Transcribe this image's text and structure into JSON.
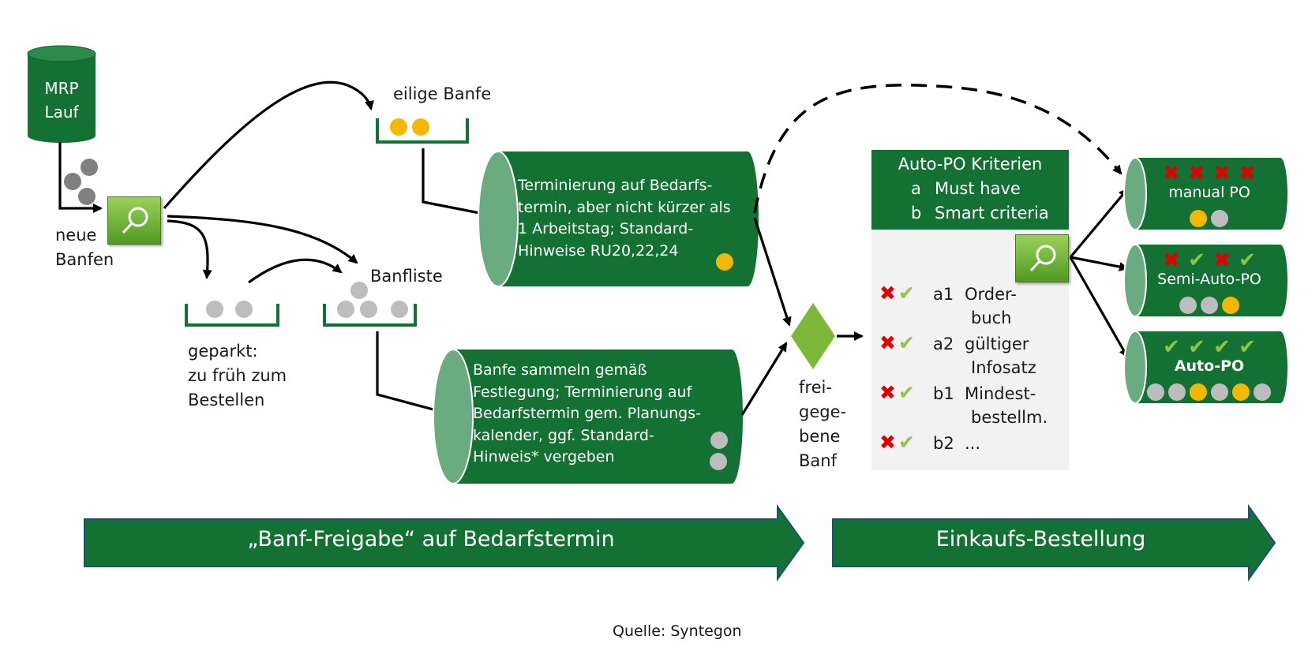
{
  "mrp": {
    "line1": "MRP",
    "line2": "Lauf"
  },
  "neue_banfen": {
    "line1": "neue",
    "line2": "Banfen"
  },
  "eilige_banfe": "eilige Banfe",
  "banfliste": "Banfliste",
  "geparkt": {
    "line1": "geparkt:",
    "line2": "zu früh zum",
    "line3": "Bestellen"
  },
  "upper_pipe": {
    "line1": "Terminierung auf Bedarfs-",
    "line2": "termin, aber nicht kürzer als",
    "line3": "1 Arbeitstag; Standard-",
    "line4": "Hinweise RU20,22,24"
  },
  "lower_pipe": {
    "line1": "Banfe sammeln gemäß",
    "line2": "Festlegung; Terminierung auf",
    "line3": "Bedarfstermin gem. Planungs-",
    "line4": "kalender, ggf. Standard-",
    "line5": "Hinweis* vergeben"
  },
  "freigegebene": {
    "line1": "frei-",
    "line2": "gege-",
    "line3": "bene",
    "line4": "Banf"
  },
  "criteria": {
    "header": {
      "line1": "Auto-PO Kriterien",
      "a_key": "a",
      "a_text": "Must have",
      "b_key": "b",
      "b_text": "Smart criteria"
    },
    "rows": [
      {
        "code": "a1",
        "text1": "Order-",
        "text2": "buch"
      },
      {
        "code": "a2",
        "text1": "gültiger",
        "text2": "Infosatz"
      },
      {
        "code": "b1",
        "text1": "Mindest-",
        "text2": "bestellm."
      },
      {
        "code": "b2",
        "text1": "...",
        "text2": ""
      }
    ]
  },
  "po_results": {
    "manual": {
      "title": "manual PO",
      "marks": [
        "x",
        "x",
        "x",
        "x"
      ],
      "dots": [
        "yellow",
        "grey"
      ]
    },
    "semi": {
      "title": "Semi-Auto-PO",
      "marks": [
        "x",
        "check",
        "x",
        "check"
      ],
      "dots": [
        "grey",
        "grey",
        "yellow"
      ]
    },
    "auto": {
      "title": "Auto-PO",
      "marks": [
        "check",
        "check",
        "check",
        "check"
      ],
      "dots": [
        "grey",
        "grey",
        "yellow",
        "grey",
        "yellow",
        "grey"
      ]
    }
  },
  "banners": {
    "left": "„Banf-Freigabe“ auf Bedarfstermin",
    "right": "Einkaufs-Bestellung"
  },
  "source": "Quelle: Syntegon",
  "colors": {
    "dark_green": "#127133",
    "pipe_end": "#6aab7f",
    "light_green": "#7db83a",
    "yellow": "#f5b800",
    "grey_dot": "#bdbdbd",
    "red_x": "#e00000",
    "check_green": "#8dc63f",
    "panel_bg": "#f2f2f2",
    "banner_border": "#1f4e79"
  },
  "icons": {
    "search": "magnifier-icon",
    "mark_x": "red-x-icon",
    "mark_check": "green-check-icon"
  }
}
